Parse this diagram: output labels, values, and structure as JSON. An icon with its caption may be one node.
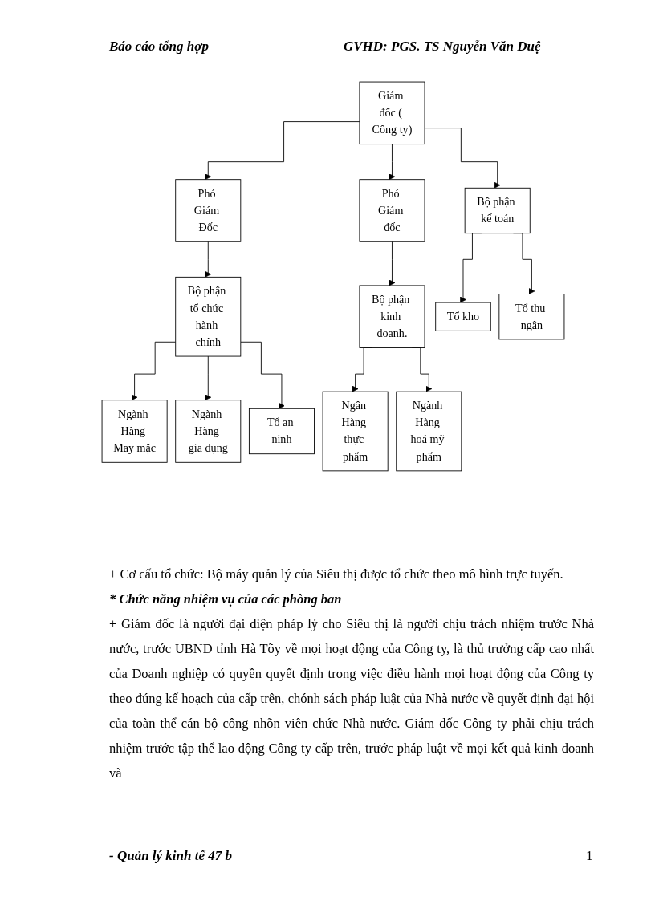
{
  "diagram": {
    "nodes": [
      {
        "text": [
          "Giám đốc ( Công ty)"
        ]
      },
      {
        "text": [
          "Phó Giám Đốc"
        ]
      },
      {
        "text": [
          "Bộ phận kế toán"
        ]
      },
      {
        "text": [
          "Phó Giám đốc"
        ]
      },
      {
        "text": [
          "Bộ phận tổ chức hành chính"
        ]
      },
      {
        "text": [
          "Bộ phận kinh doanh."
        ]
      },
      {
        "text": [
          "Ngành Hàng May mặc"
        ]
      },
      {
        "text": [
          "Ngành Hàng gia dụng"
        ]
      },
      {
        "text": [
          "Tổ an ninh"
        ]
      },
      {
        "text": [
          "Tổ kho"
        ]
      },
      {
        "text": [
          "Tổ thu ngân"
        ]
      },
      {
        "text": [
          "Ngân Hàng thực phẩm"
        ]
      },
      {
        "text": [
          "Ngành Hàng hoá mỹ phẩm"
        ]
      }
    ],
    "edges": [
      {
        "from": 0,
        "to": 1,
        "arrow": "to"
      },
      {
        "from": 0,
        "to": 2,
        "arrow": "to"
      },
      {
        "from": 0,
        "to": 3,
        "arrow": "to"
      },
      {
        "from": 1,
        "to": 4,
        "arrow": "to"
      },
      {
        "from": 3,
        "to": 5,
        "arrow": "to"
      },
      {
        "from": 4,
        "to": 6,
        "arrow": "to"
      },
      {
        "from": 4,
        "to": 7,
        "arrow": "to"
      },
      {
        "from": 4,
        "to": 8,
        "arrow": "to"
      },
      {
        "from": 2,
        "to": 9,
        "arrow": "to"
      },
      {
        "from": 2,
        "to": 10,
        "arrow": "to"
      },
      {
        "from": 5,
        "to": 11,
        "arrow": "to"
      },
      {
        "from": 5,
        "to": 12,
        "arrow": "to"
      }
    ],
    "labels": [
      "Báo cáo tổng hợp",
      "GVHD: PGS. TS Nguyễn Văn Duệ",
      "+ Cơ cấu tổ chức: Bộ máy quản lý của Siêu thị được tổ chức theo mô hình trực tuyến.",
      "* Chức năng nhiệm vụ của các phòng ban",
      "+ Giám đốc là người đại diện pháp lý cho Siêu thị là người chịu trách nhiệm trước Nhà nước, trước UBND tỉnh Hà Tõy về mọi hoạt động của Công ty, là thủ trưởng cấp cao nhất của Doanh nghiệp có quyền quyết định trong việc điều hành mọi hoạt động của Công ty theo đúng kế hoạch của cấp trên, chónh sách pháp luật của Nhà nước về quyết định đại hội của toàn thể cán bộ công nhõn viên chức Nhà nước. Giám đốc Công ty phải chịu trách nhiệm trước tập thể lao động Công ty cấp trên, trước pháp luật về mọi kết quả kinh doanh và",
      "- Quản lý kinh tế 47 b",
      "1"
    ]
  }
}
